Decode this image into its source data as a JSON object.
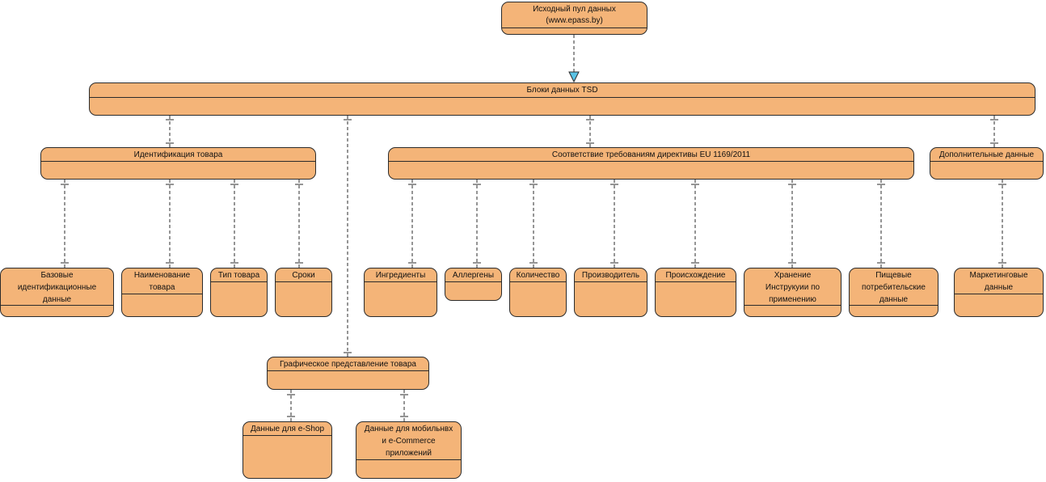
{
  "diagram": {
    "source": {
      "line1": "Исходный пул данных",
      "line2": "(www.epass.by)"
    },
    "tsd": "Блоки данных TSD",
    "ident": "Идентификация товара",
    "compliance": "Соответствие требованиям директивы EU 1169/2011",
    "additional": "Дополнительные данные",
    "graphic": "Графическое представление товара",
    "base_id": {
      "line1": "Базовые",
      "line2": "идентификационные",
      "line3": "данные"
    },
    "name": {
      "line1": "Наименование",
      "line2": "товара"
    },
    "type": "Тип товара",
    "terms": "Сроки",
    "ingredients": "Ингредиенты",
    "allergens": "Аллергены",
    "quantity": "Количество",
    "producer": "Производитель",
    "origin": "Происхождение",
    "storage": {
      "line1": "Хранение",
      "line2": "Инструкуии по",
      "line3": "применению"
    },
    "nutrition": {
      "line1": "Пищевые",
      "line2": "потребительские",
      "line3": "данные"
    },
    "marketing": {
      "line1": "Маркетинговые",
      "line2": "данные"
    },
    "eshop": "Данные для e-Shop",
    "mobile": {
      "line1": "Данные для мобильнвх",
      "line2": "и e-Commerce",
      "line3": "приложений"
    }
  },
  "colors": {
    "node_fill": "#f4b478",
    "node_border": "#2b2b2b",
    "arrow_fill": "#5bc4e6"
  }
}
